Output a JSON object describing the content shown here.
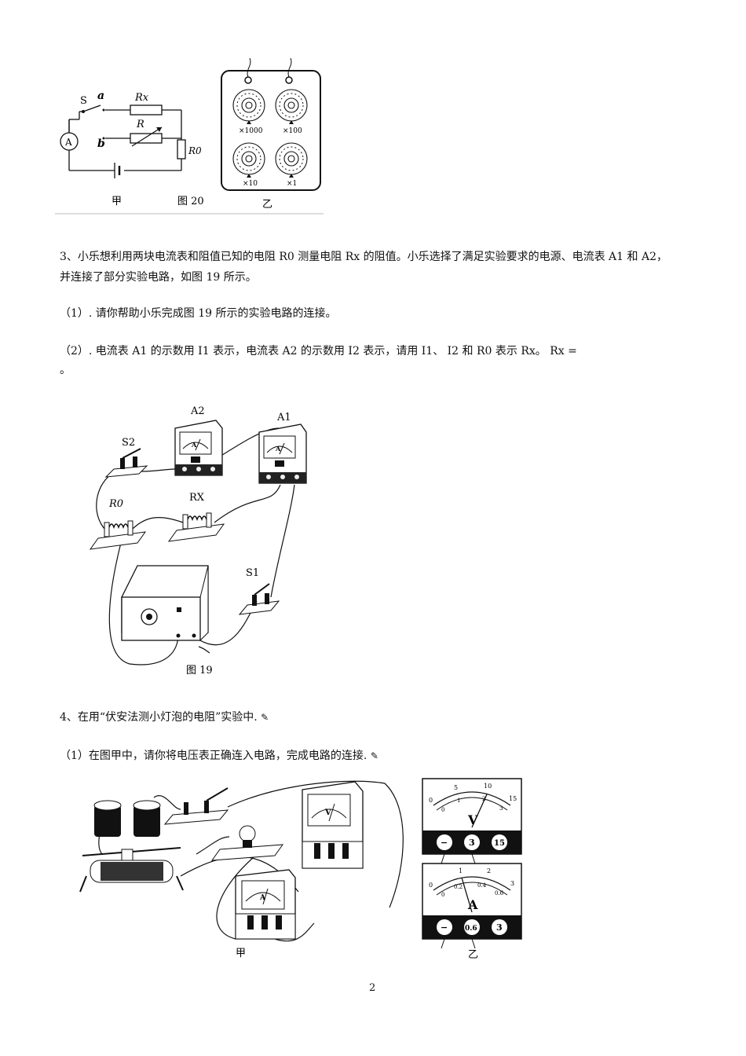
{
  "fig20": {
    "left_caption": "甲",
    "caption": "图 20",
    "right_caption": "乙",
    "switch_label": "S",
    "contact_a": "a",
    "contact_b": "b",
    "rx_label": "Rx",
    "r_label": "R",
    "r0_label": "R0",
    "ammeter_symbol": "A",
    "dials": [
      "×1000",
      "×100",
      "×10",
      "×1"
    ]
  },
  "q3": {
    "line1": "3、小乐想利用两块电流表和阻值已知的电阻 R0 测量电阻 Rx 的阻值。小乐选择了满足实验要求的电源、电流表 A1 和 A2，",
    "line2": "并连接了部分实验电路，如图 19 所示。",
    "part1": "（1）. 请你帮助小乐完成图 19 所示的实验电路的连接。",
    "part2": "（2）. 电流表 A1 的示数用 I1 表示，电流表 A2 的示数用 I2 表示，请用 I1、 I2 和 R0 表示 Rx。 Rx =",
    "part2_end": "。"
  },
  "fig19": {
    "caption": "图 19",
    "a2": "A2",
    "a1": "A1",
    "s2": "S2",
    "s1": "S1",
    "r0": "R0",
    "rx": "RX",
    "meter_symbol": "A"
  },
  "q4": {
    "line1": "4、在用“伏安法测小灯泡的电阻”实验中.",
    "part1": "（1）在图甲中，请你将电压表正确连入电路，完成电路的连接."
  },
  "fig_jia_yi": {
    "left_caption": "甲",
    "right_caption": "乙",
    "voltmeter_symbol": "V",
    "ammeter_symbol": "A",
    "v_scale_top": [
      "0",
      "5",
      "10",
      "15"
    ],
    "v_scale_bottom": [
      "0",
      "1",
      "2",
      "3"
    ],
    "v_terminals": [
      "−",
      "3",
      "15"
    ],
    "a_scale_top": [
      "0",
      "1",
      "2",
      "3"
    ],
    "a_scale_bottom": [
      "0",
      "0.2",
      "0.4",
      "0.6"
    ],
    "a_terminals": [
      "−",
      "0.6",
      "3"
    ]
  },
  "page_number": "2"
}
